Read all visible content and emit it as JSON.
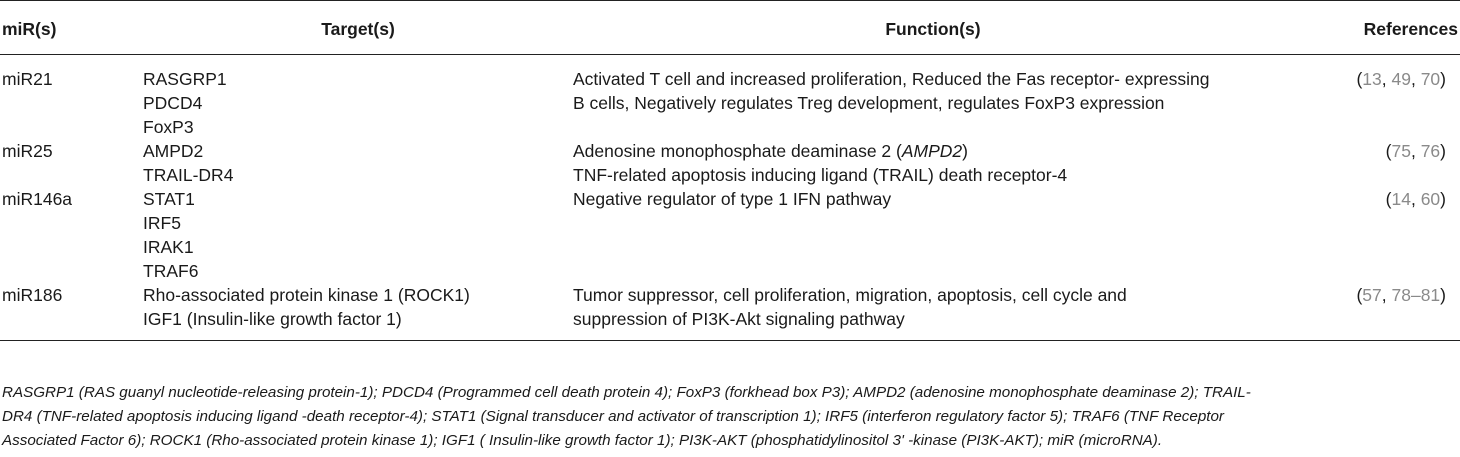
{
  "headers": {
    "mir": "miR(s)",
    "targets": "Target(s)",
    "function": "Function(s)",
    "references": "References"
  },
  "rows": [
    {
      "mir": "miR21",
      "targets": [
        "RASGRP1",
        "PDCD4",
        "FoxP3"
      ],
      "function": [
        "Activated T cell and increased proliferation, Reduced the Fas receptor- expressing",
        "B cells, Negatively regulates Treg development, regulates FoxP3 expression"
      ],
      "references": [
        "13",
        "49",
        "70"
      ]
    },
    {
      "mir": "miR25",
      "targets": [
        "AMPD2",
        "TRAIL-DR4"
      ],
      "function_line1_prefix": "Adenosine monophosphate deaminase 2 (",
      "function_line1_italic": "AMPD2",
      "function_line1_suffix": ")",
      "function_line2": "TNF-related apoptosis inducing ligand (TRAIL) death receptor-4",
      "references": [
        "75",
        "76"
      ]
    },
    {
      "mir": "miR146a",
      "targets": [
        "STAT1",
        "IRF5",
        "IRAK1",
        "TRAF6"
      ],
      "function": [
        "Negative regulator of type 1 IFN pathway"
      ],
      "references": [
        "14",
        "60"
      ]
    },
    {
      "mir": "miR186",
      "targets": [
        "Rho-associated protein kinase 1 (ROCK1)",
        "IGF1 (Insulin-like growth factor 1)"
      ],
      "function": [
        "Tumor suppressor, cell proliferation, migration, apoptosis, cell cycle and",
        "suppression of PI3K-Akt signaling pathway"
      ],
      "references": [
        "57",
        "78–81"
      ]
    }
  ],
  "footnote": [
    "RASGRP1 (RAS guanyl nucleotide-releasing protein-1); PDCD4 (Programmed cell death protein 4); FoxP3 (forkhead box P3); AMPD2 (adenosine monophosphate deaminase 2); TRAIL-",
    "DR4 (TNF-related apoptosis inducing ligand -death receptor-4); STAT1 (Signal transducer and activator of transcription 1); IRF5 (interferon regulatory factor 5); TRAF6 (TNF Receptor",
    "Associated Factor 6); ROCK1 (Rho-associated protein kinase 1); IGF1 ( Insulin-like growth factor 1); PI3K-AKT (phosphatidylinositol 3' -kinase (PI3K-AKT); miR (microRNA)."
  ]
}
